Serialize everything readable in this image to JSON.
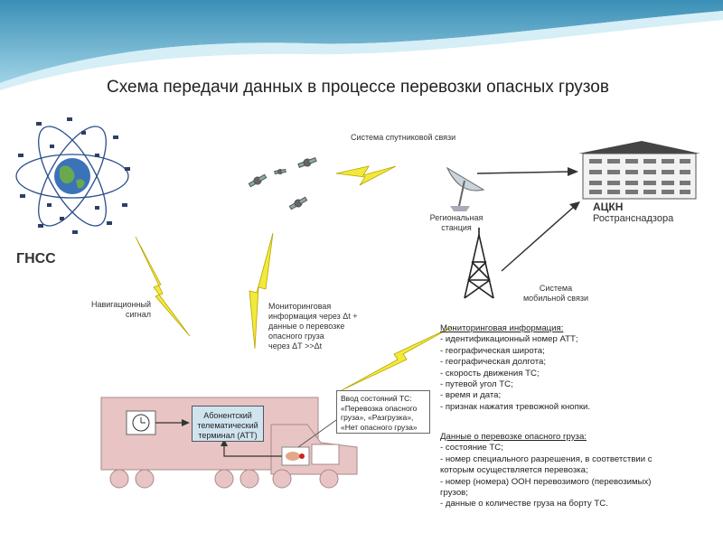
{
  "title": "Схема передачи данных в процессе перевозки опасных грузов",
  "gnss_label": "ГНСС",
  "satcom_label": "Система спутниковой связи",
  "regional_station_label": [
    "Региональная",
    "станция"
  ],
  "center": {
    "name": "АЦКН",
    "org": "Ространснадзора"
  },
  "mobile_label": [
    "Система",
    "мобильной связи"
  ],
  "nav_signal_label": [
    "Навигационный",
    "сигнал"
  ],
  "monitoring_note": [
    "Мониторинговая",
    "информация через Δt +",
    "данные о перевозке",
    "опасного груза",
    "через ΔТ >>Δt"
  ],
  "terminal_label": [
    "Абонентский",
    "телематический",
    "терминал (АТТ)"
  ],
  "input_callout": [
    "Ввод состояний ТС:",
    "«Перевозка опасного",
    "груза», «Разгрузка»,",
    "«Нет опасного груза»"
  ],
  "monitoring_info": {
    "heading": "Мониторинговая информация:",
    "items": [
      "- идентификационный номер АТТ;",
      "- географическая широта;",
      "- географическая долгота;",
      "- скорость движения ТС;",
      "- путевой угол ТС;",
      "- время и дата;",
      "- признак нажатия тревожной кнопки."
    ]
  },
  "cargo_info": {
    "heading": "Данные о перевозке опасного груза:",
    "items": [
      "- состояние ТС;",
      "- номер специального разрешения, в соответствии с",
      "которым осуществляется перевозка;",
      "- номер (номера) ООН перевозимого (перевозимых)",
      "грузов;",
      "- данные о количестве груза на борту ТС."
    ]
  },
  "colors": {
    "header_wave": "#5aa9c9",
    "lightning": "#f2ea3a",
    "truck": "#e8c4c4",
    "terminal": "#cfe4ef"
  }
}
